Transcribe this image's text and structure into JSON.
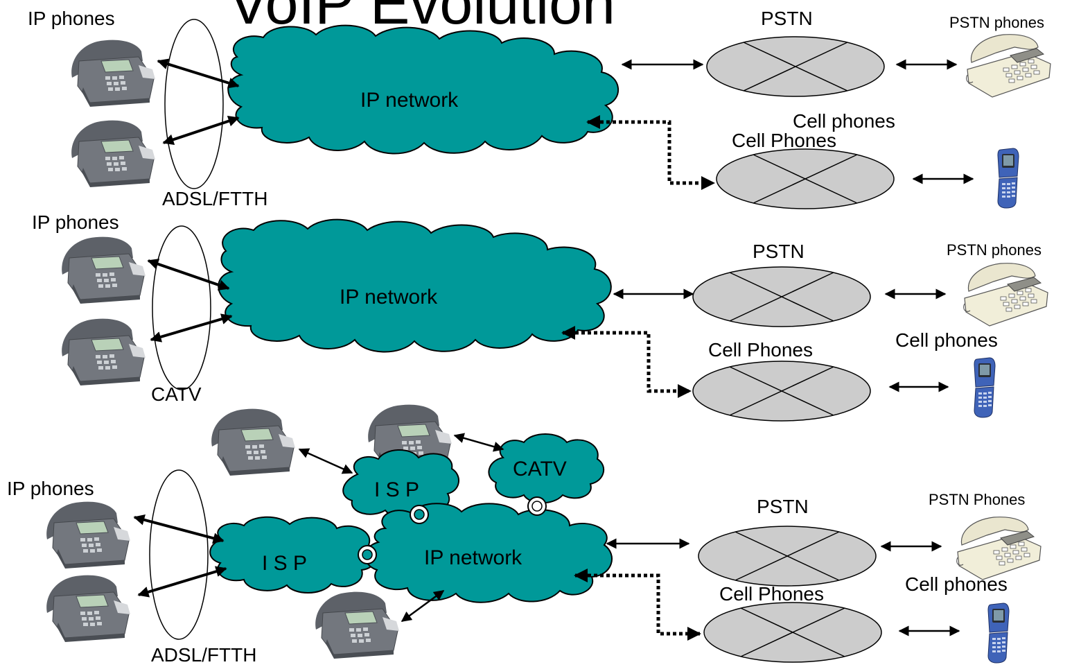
{
  "title": "VoIP Evolution",
  "colors": {
    "cloud": "#009999",
    "cloud_stroke": "#000000",
    "exchange": "#cccccc",
    "phone_body": "#6b6f75",
    "phone_screen": "#b9d1b8",
    "handset_light": "#e6e1c8",
    "cell_blue": "#3f63b8"
  },
  "icons": [
    "ip-phone-icon",
    "desk-phone-icon",
    "cell-phone-icon",
    "interconnect-icon"
  ],
  "panel1": {
    "ip_phones": "IP phones",
    "access": "ADSL/FTTH",
    "cloud": "IP network",
    "pstn": "PSTN",
    "pstn_phones": "PSTN phones",
    "cell_phones_label": "Cell phones",
    "cell_network": "Cell Phones"
  },
  "panel2": {
    "ip_phones": "IP phones",
    "access": "CATV",
    "cloud": "IP network",
    "pstn": "PSTN",
    "pstn_phones": "PSTN phones",
    "cell_phones_label": "Cell phones",
    "cell_network": "Cell Phones"
  },
  "panel3": {
    "ip_phones": "IP phones",
    "access": "ADSL/FTTH",
    "cloud": "IP network",
    "isp_left": "I S P",
    "isp_top": "I S P",
    "catv": "CATV",
    "pstn": "PSTN",
    "pstn_phones": "PSTN Phones",
    "cell_phones_label": "Cell phones",
    "cell_network": "Cell Phones"
  }
}
